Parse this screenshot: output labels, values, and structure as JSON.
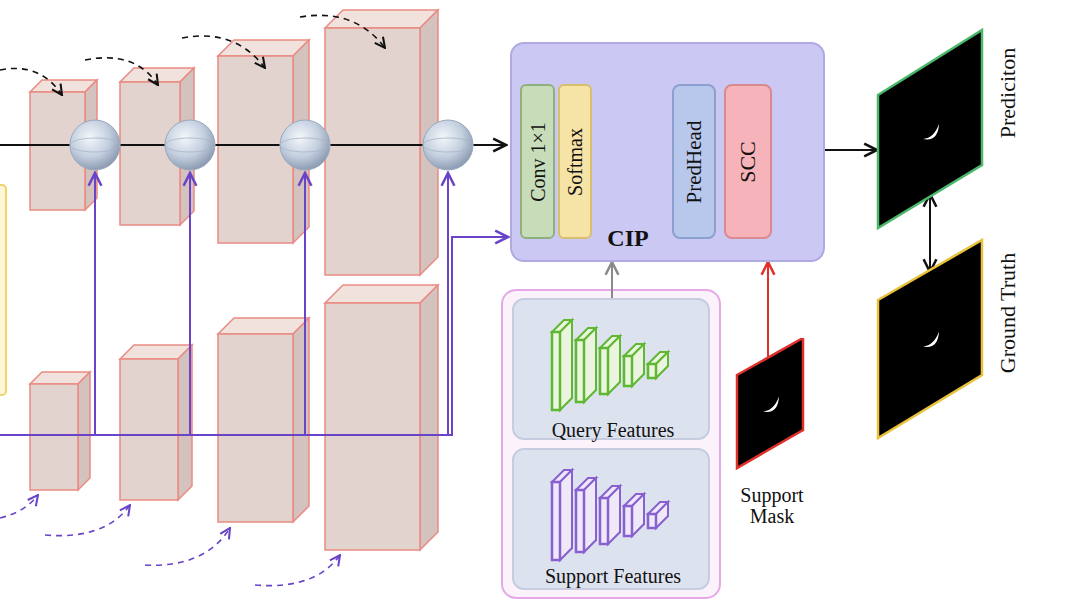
{
  "diagram": {
    "nodes": [
      {
        "text": [
          "CIP"
        ]
      },
      {
        "text": [
          "Conv 1×1"
        ],
        "in": 0
      },
      {
        "text": [
          "Softmax"
        ],
        "in": 0
      },
      {
        "text": [
          "PredHead"
        ],
        "in": 0
      },
      {
        "text": [
          "SCC"
        ],
        "in": 0
      },
      {
        "text": [
          "Query Features"
        ]
      },
      {
        "text": [
          "Support Features"
        ]
      },
      {
        "text": [
          "Support Mask"
        ]
      },
      {
        "text": [
          "Prediciton"
        ]
      },
      {
        "text": [
          "Ground Truth"
        ]
      }
    ],
    "edges": [
      {
        "from": 2,
        "to": 3,
        "arrow": "to"
      },
      {
        "from": 4,
        "to": 3,
        "arrow": "to"
      },
      {
        "from": 5,
        "to": 0,
        "arrow": "to"
      },
      {
        "from": 7,
        "to": 0,
        "arrow": "to"
      },
      {
        "from": 0,
        "to": 8,
        "arrow": "to"
      },
      {
        "from": 8,
        "to": 9,
        "arrow": "both"
      }
    ]
  }
}
